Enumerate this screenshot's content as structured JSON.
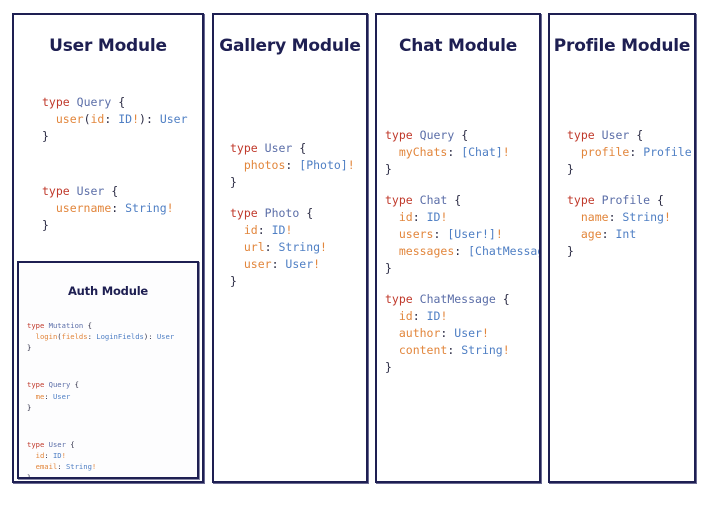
{
  "diagram": {
    "type": "graphql-schema-modules",
    "background_color": "#ffffff",
    "border_color": "#1e1f52",
    "title_color": "#1e1f52",
    "syntax_colors": {
      "keyword": "#c0392b",
      "type_name": "#5b6ea8",
      "field_name": "#e2863c",
      "field_type": "#4f7fc4",
      "punctuation": "#2b2b44"
    }
  },
  "panels": [
    {
      "id": "user-module",
      "title": "User Module",
      "blocks": [
        {
          "keyword": "type",
          "name": "Query",
          "open": " {",
          "fields": [
            {
              "field": "user",
              "args": "(id: ID!)",
              "sep": ": ",
              "type": "User",
              "bang": ""
            }
          ],
          "close": "}"
        },
        {
          "keyword": "type",
          "name": "User",
          "open": " {",
          "fields": [
            {
              "field": "username",
              "args": "",
              "sep": ": ",
              "type": "String",
              "bang": "!"
            }
          ],
          "close": "}"
        }
      ],
      "subpanel": {
        "id": "auth-module",
        "title": "Auth Module",
        "blocks": [
          {
            "keyword": "type",
            "name": "Mutation",
            "open": " {",
            "fields": [
              {
                "field": "login",
                "args": "(fields: LoginFields)",
                "sep": ": ",
                "type": "User",
                "bang": ""
              }
            ],
            "close": "}"
          },
          {
            "keyword": "type",
            "name": "Query",
            "open": " {",
            "fields": [
              {
                "field": "me",
                "args": "",
                "sep": ": ",
                "type": "User",
                "bang": ""
              }
            ],
            "close": "}"
          },
          {
            "keyword": "type",
            "name": "User",
            "open": " {",
            "fields": [
              {
                "field": "id",
                "args": "",
                "sep": ": ",
                "type": "ID",
                "bang": "!"
              },
              {
                "field": "email",
                "args": "",
                "sep": ": ",
                "type": "String",
                "bang": "!"
              }
            ],
            "close": "}"
          }
        ]
      }
    },
    {
      "id": "gallery-module",
      "title": "Gallery Module",
      "blocks": [
        {
          "keyword": "type",
          "name": "User",
          "open": " {",
          "fields": [
            {
              "field": "photos",
              "args": "",
              "sep": ": ",
              "type": "[Photo]",
              "bang": "!"
            }
          ],
          "close": "}"
        },
        {
          "keyword": "type",
          "name": "Photo",
          "open": " {",
          "fields": [
            {
              "field": "id",
              "args": "",
              "sep": ": ",
              "type": "ID",
              "bang": "!"
            },
            {
              "field": "url",
              "args": "",
              "sep": ": ",
              "type": "String",
              "bang": "!"
            },
            {
              "field": "user",
              "args": "",
              "sep": ": ",
              "type": "User",
              "bang": "!"
            }
          ],
          "close": "}"
        }
      ]
    },
    {
      "id": "chat-module",
      "title": "Chat Module",
      "blocks": [
        {
          "keyword": "type",
          "name": "Query",
          "open": " {",
          "fields": [
            {
              "field": "myChats",
              "args": "",
              "sep": ": ",
              "type": "[Chat]",
              "bang": "!"
            }
          ],
          "close": "}"
        },
        {
          "keyword": "type",
          "name": "Chat",
          "open": " {",
          "fields": [
            {
              "field": "id",
              "args": "",
              "sep": ": ",
              "type": "ID",
              "bang": "!"
            },
            {
              "field": "users",
              "args": "",
              "sep": ": ",
              "type": "[User!]",
              "bang": "!"
            },
            {
              "field": "messages",
              "args": "",
              "sep": ": ",
              "type": "[ChatMessage]",
              "bang": "!"
            }
          ],
          "close": "}"
        },
        {
          "keyword": "type",
          "name": "ChatMessage",
          "open": " {",
          "fields": [
            {
              "field": "id",
              "args": "",
              "sep": ": ",
              "type": "ID",
              "bang": "!"
            },
            {
              "field": "author",
              "args": "",
              "sep": ": ",
              "type": "User",
              "bang": "!"
            },
            {
              "field": "content",
              "args": "",
              "sep": ": ",
              "type": "String",
              "bang": "!"
            }
          ],
          "close": "}"
        }
      ]
    },
    {
      "id": "profile-module",
      "title": "Profile Module",
      "blocks": [
        {
          "keyword": "type",
          "name": "User",
          "open": " {",
          "fields": [
            {
              "field": "profile",
              "args": "",
              "sep": ": ",
              "type": "Profile",
              "bang": "!"
            }
          ],
          "close": "}"
        },
        {
          "keyword": "type",
          "name": "Profile",
          "open": " {",
          "fields": [
            {
              "field": "name",
              "args": "",
              "sep": ": ",
              "type": "String",
              "bang": "!"
            },
            {
              "field": "age",
              "args": "",
              "sep": ": ",
              "type": "Int",
              "bang": ""
            }
          ],
          "close": "}"
        }
      ]
    }
  ]
}
